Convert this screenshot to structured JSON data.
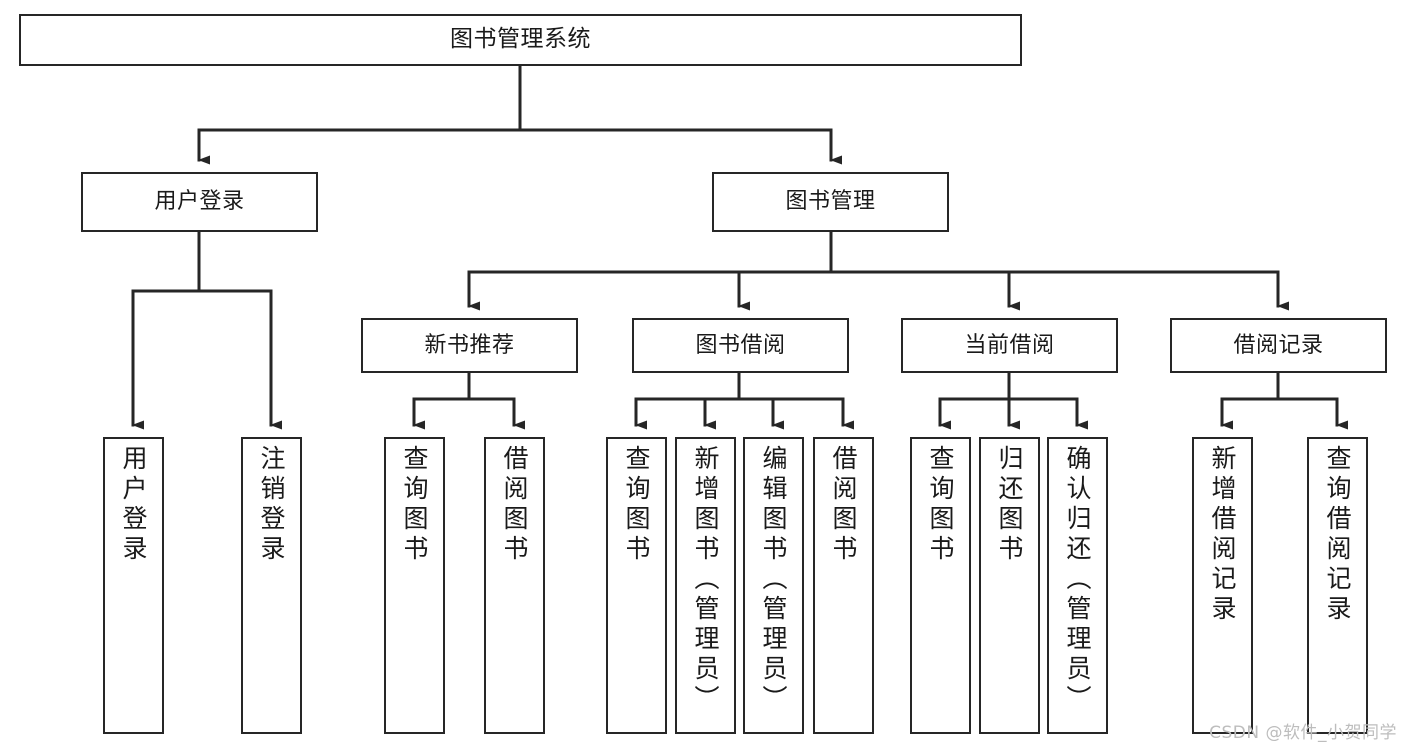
{
  "diagram": {
    "title": "图书管理系统",
    "type": "tree",
    "orientation": "top-down",
    "colors": {
      "box_border": "#262626",
      "box_fill": "#ffffff",
      "connector": "#262626",
      "text": "#1a1a1a",
      "watermark": "#bdbdbd",
      "background": "#ffffff"
    }
  },
  "nodes": {
    "root": {
      "label": "图书管理系统",
      "orientation": "horizontal"
    },
    "level2": [
      {
        "id": "user-login",
        "label": "用户登录",
        "orientation": "horizontal"
      },
      {
        "id": "book-manage",
        "label": "图书管理",
        "orientation": "horizontal"
      }
    ],
    "level3": [
      {
        "id": "new-book-recommend",
        "label": "新书推荐",
        "orientation": "horizontal"
      },
      {
        "id": "book-borrow",
        "label": "图书借阅",
        "orientation": "horizontal"
      },
      {
        "id": "current-borrow",
        "label": "当前借阅",
        "orientation": "horizontal"
      },
      {
        "id": "borrow-record",
        "label": "借阅记录",
        "orientation": "horizontal"
      }
    ],
    "leaves": [
      {
        "id": "leaf-user-login",
        "label": "用户登录",
        "parent": "user-login",
        "orientation": "vertical"
      },
      {
        "id": "leaf-logout",
        "label": "注销登录",
        "parent": "user-login",
        "orientation": "vertical"
      },
      {
        "id": "leaf-query-book-1",
        "label": "查询图书",
        "parent": "new-book-recommend",
        "orientation": "vertical"
      },
      {
        "id": "leaf-borrow-book-1",
        "label": "借阅图书",
        "parent": "new-book-recommend",
        "orientation": "vertical"
      },
      {
        "id": "leaf-query-book-2",
        "label": "查询图书",
        "parent": "book-borrow",
        "orientation": "vertical"
      },
      {
        "id": "leaf-add-book",
        "label": "新增图书（管理员）",
        "parent": "book-borrow",
        "orientation": "vertical"
      },
      {
        "id": "leaf-edit-book",
        "label": "编辑图书（管理员）",
        "parent": "book-borrow",
        "orientation": "vertical"
      },
      {
        "id": "leaf-borrow-book-2",
        "label": "借阅图书",
        "parent": "book-borrow",
        "orientation": "vertical"
      },
      {
        "id": "leaf-query-book-3",
        "label": "查询图书",
        "parent": "current-borrow",
        "orientation": "vertical"
      },
      {
        "id": "leaf-return-book",
        "label": "归还图书",
        "parent": "current-borrow",
        "orientation": "vertical"
      },
      {
        "id": "leaf-confirm-return",
        "label": "确认归还（管理员）",
        "parent": "current-borrow",
        "orientation": "vertical"
      },
      {
        "id": "leaf-add-record",
        "label": "新增借阅记录",
        "parent": "borrow-record",
        "orientation": "vertical"
      },
      {
        "id": "leaf-query-record",
        "label": "查询借阅记录",
        "parent": "borrow-record",
        "orientation": "vertical"
      }
    ]
  },
  "watermark": {
    "text": "CSDN @软件_小贺同学"
  }
}
